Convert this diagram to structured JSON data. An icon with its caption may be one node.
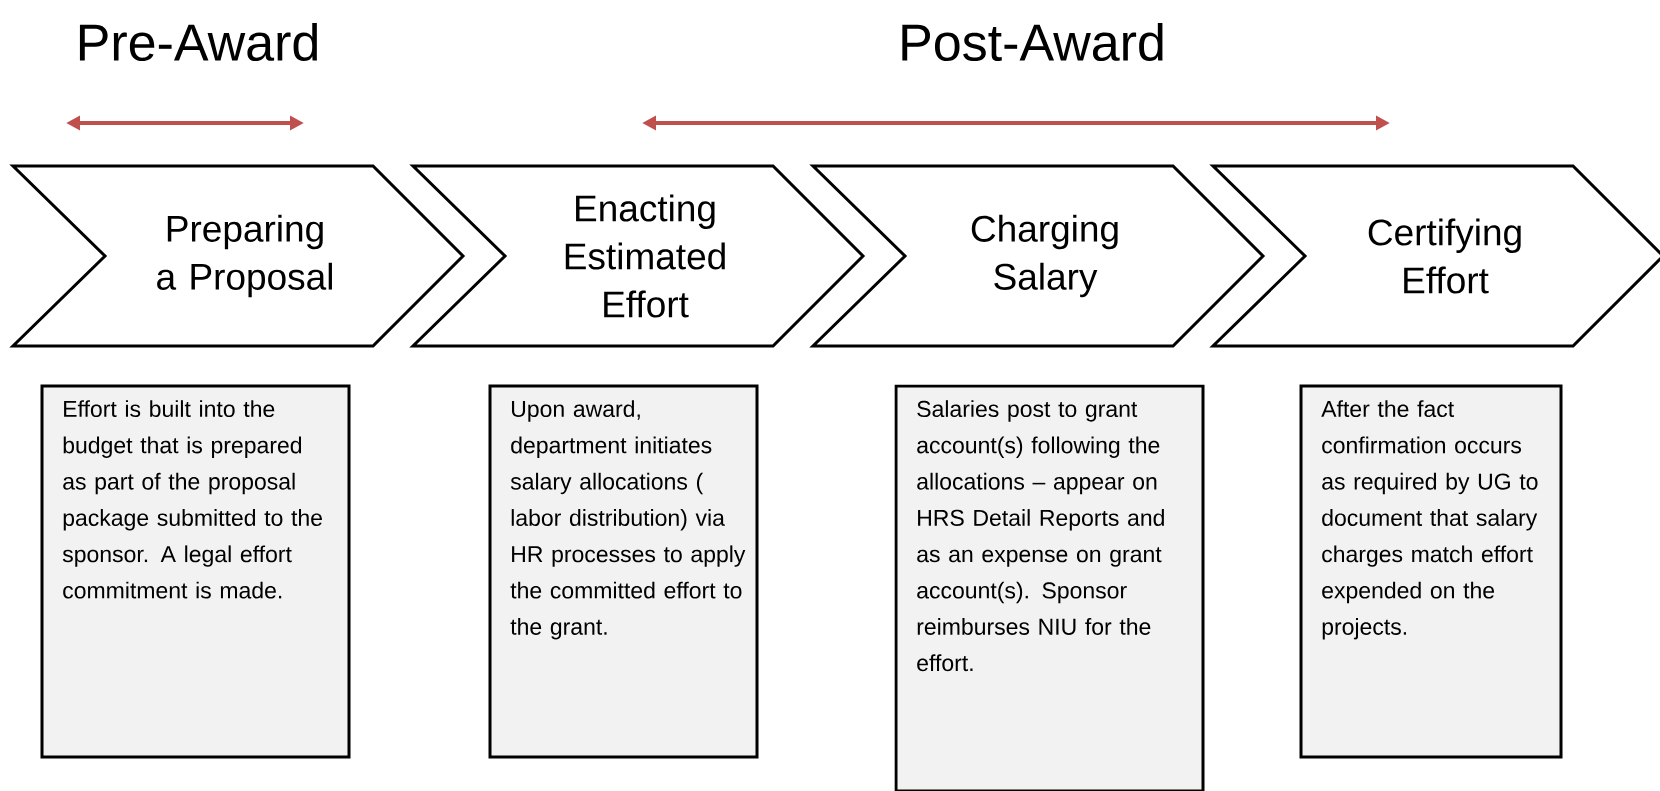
{
  "diagram": {
    "nodes": [
      {
        "text": [
          "Preparing a Proposal"
        ]
      },
      {
        "text": [
          "Enacting Estimated Effort"
        ]
      },
      {
        "text": [
          "Charging Salary"
        ]
      },
      {
        "text": [
          "Certifying Effort"
        ]
      },
      {
        "text": [
          "Effort is built into the budget that is prepared as part of the proposal package submitted to the sponsor. A legal effort commitment is made."
        ]
      },
      {
        "text": [
          "Upon award, department initiates salary allocations ( labor distribution) via HR processes to apply the committed effort to the grant."
        ]
      },
      {
        "text": [
          "Salaries post to grant account(s) following the allocations – appear on HRS Detail Reports and as an expense on grant account(s). Sponsor reimburses NIU for the effort."
        ]
      },
      {
        "text": [
          "After the fact confirmation occurs as required by UG to document that salary charges match effort expended on the projects."
        ]
      }
    ],
    "labels": [
      "Pre-Award",
      "Post-Award"
    ]
  }
}
